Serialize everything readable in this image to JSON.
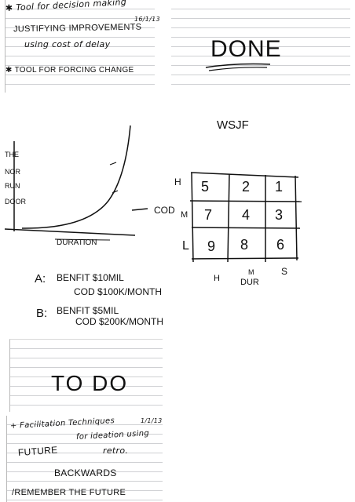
{
  "card_top_left": {
    "line1": "✱ Tool for decision making",
    "date": "16/1/13",
    "line2": "JUSTIFYING IMPROVEMENTS",
    "line3": "using cost of delay",
    "line4": "✱ TOOL FOR FORCING CHANGE"
  },
  "card_done": {
    "title": "DONE"
  },
  "curve_sketch": {
    "ylabel": [
      "THE",
      "NOR",
      "RUN",
      "DOOR"
    ],
    "xlabel": "DURATION"
  },
  "wsjf": {
    "title": "WSJF",
    "row_labels": [
      "H",
      "M",
      "L"
    ],
    "cod_label": "COD",
    "grid": [
      [
        "5",
        "2",
        "1"
      ],
      [
        "7",
        "4",
        "3"
      ],
      [
        "9",
        "8",
        "6"
      ]
    ],
    "col_labels": [
      "H",
      "M",
      "S"
    ],
    "dur_label": "DUR"
  },
  "options": {
    "a_label": "A:",
    "a_benefit": "BENFIT $10MIL",
    "a_cod": "COD $100K/MONTH",
    "b_label": "B:",
    "b_benefit": "BENFIT $5MIL",
    "b_cod": "COD $200K/MONTH"
  },
  "card_todo": {
    "title": "TO DO"
  },
  "card_bottom": {
    "line1": "+ Facilitation Techniques",
    "date": "1/1/13",
    "line2": "for ideation using",
    "line3a": "FUTURE",
    "line3b": "retro.",
    "line4": "BACKWARDS",
    "line5": "/REMEMBER THE FUTURE"
  },
  "colors": {
    "ink": "#111111",
    "rule": "#cfd0d3",
    "card_edge": "#b9b9b9"
  }
}
